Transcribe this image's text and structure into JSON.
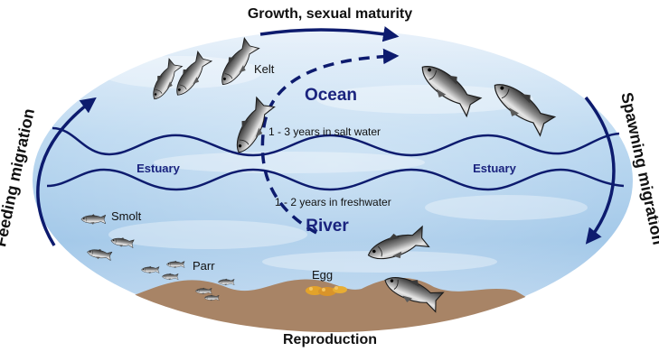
{
  "labels": {
    "growth": "Growth, sexual maturity",
    "reproduction": "Reproduction",
    "feeding": "Feeding migration",
    "spawning": "Spawning migration",
    "ocean": "Ocean",
    "river": "River",
    "estuary_left": "Estuary",
    "estuary_right": "Estuary",
    "salt_years": "1 - 3 years in salt water",
    "fresh_years": "1 - 2 years in freshwater",
    "kelt": "Kelt",
    "smolt": "Smolt",
    "parr": "Parr",
    "egg": "Egg"
  },
  "colors": {
    "water_light": "#dbeaf6",
    "water_mid": "#a9cdeb",
    "water_deep": "#6fa7d8",
    "arrow": "#0d1b6e",
    "riverbed": "#a88466",
    "eggs": "#e3a32a",
    "fish_dark": "#2d2d2d",
    "fish_light": "#e9e9e9"
  },
  "icons": [
    "fish-icon",
    "egg-cluster-icon",
    "riverbed-shape"
  ]
}
